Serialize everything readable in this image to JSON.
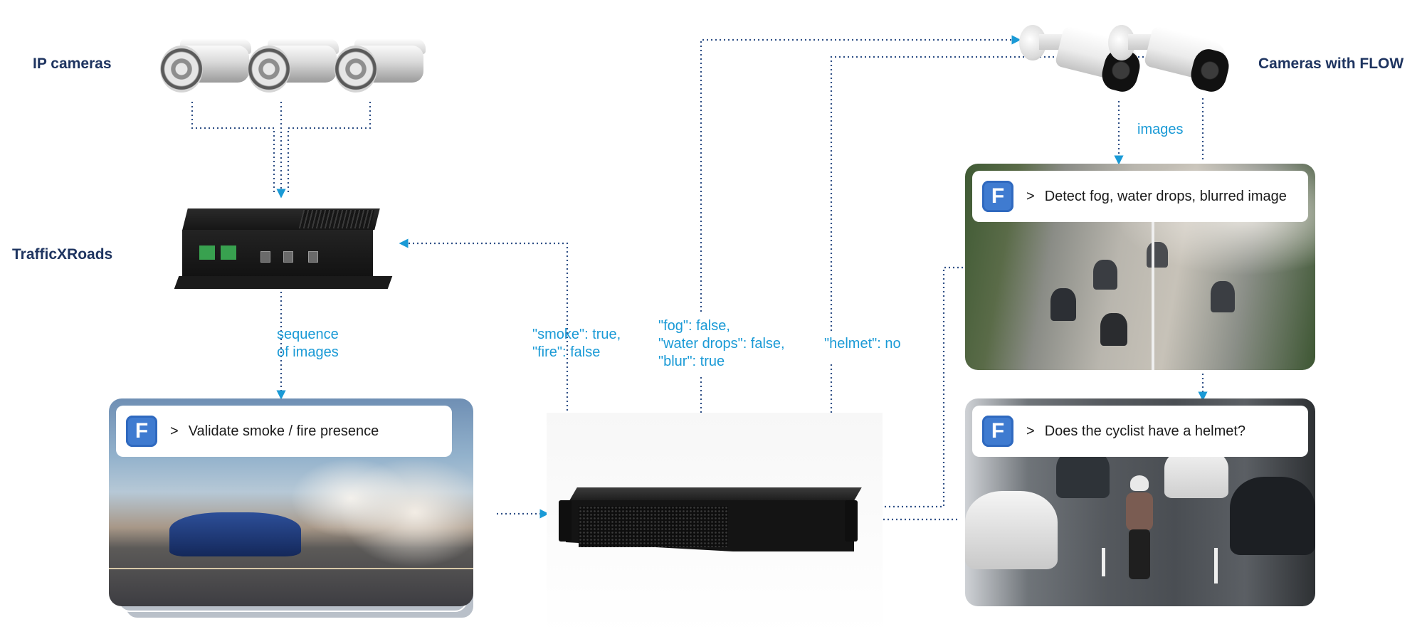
{
  "labels": {
    "ip_cameras": "IP cameras",
    "cameras_with_flow": "Cameras with FLOW",
    "trafficxroads": "TrafficXRoads",
    "sequence_of_images": "sequence\nof images",
    "images": "images",
    "smoke_fire_result": "\"smoke\": true,\n\"fire\": false",
    "fog_result": "\"fog\": false,\n\"water drops\": false,\n\"blur\": true",
    "helmet_result": "\"helmet\": no"
  },
  "prompts": {
    "smoke": {
      "icon": "F",
      "arrow": ">",
      "text": "Validate smoke / fire presence"
    },
    "fog": {
      "icon": "F",
      "arrow": ">",
      "text": "Detect fog, water drops, blurred image"
    },
    "helmet": {
      "icon": "F",
      "arrow": ">",
      "text": "Does the cyclist have a helmet?"
    }
  },
  "colors": {
    "label_dark": "#1e3460",
    "label_blue": "#1a9ad6",
    "connector": "#2f4f86",
    "flow_logo": "#3f7bd0"
  },
  "icons": [
    "ip-camera-icon",
    "flow-camera-icon",
    "edge-device-icon",
    "rack-server-icon",
    "flow-logo-icon"
  ]
}
